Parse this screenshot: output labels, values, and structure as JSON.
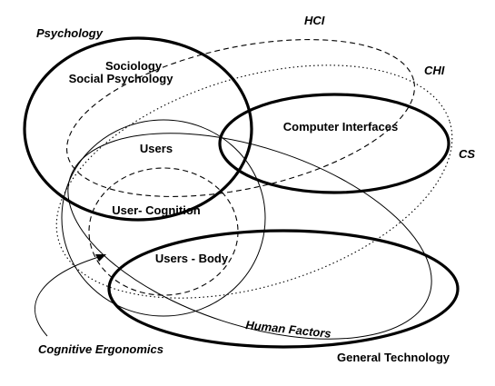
{
  "labels": {
    "psychology": "Psychology",
    "sociology": "Sociology",
    "social_psychology": "Social Psychology",
    "hci": "HCI",
    "chi": "CHI",
    "computer_interfaces": "Computer Interfaces",
    "cs": "CS",
    "users": "Users",
    "user_cognition": "User- Cognition",
    "users_body": "Users - Body",
    "human_factors": "Human Factors",
    "cognitive_ergonomics": "Cognitive Ergonomics",
    "general_technology": "General Technology"
  },
  "colors": {
    "ink": "#000000",
    "background": "#ffffff"
  }
}
